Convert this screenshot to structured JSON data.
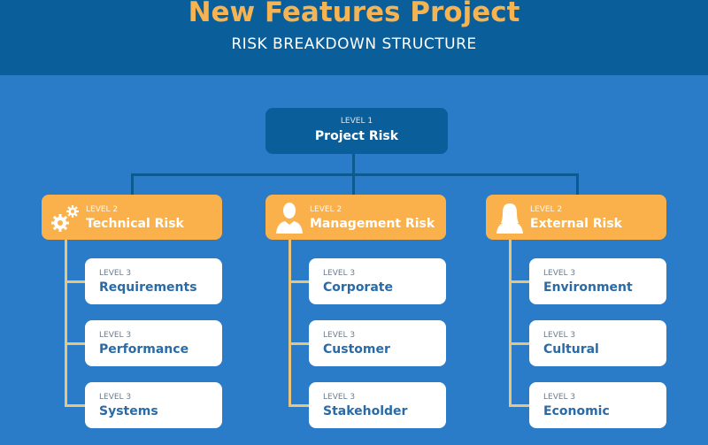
{
  "header": {
    "title": "New Features Project",
    "subtitle": "RISK BREAKDOWN STRUCTURE"
  },
  "root": {
    "level": "LEVEL 1",
    "name": "Project Risk"
  },
  "branches": [
    {
      "level": "LEVEL 2",
      "name": "Technical Risk",
      "icon": "gears-icon",
      "children": [
        {
          "level": "LEVEL 3",
          "name": "Requirements"
        },
        {
          "level": "LEVEL 3",
          "name": "Performance"
        },
        {
          "level": "LEVEL 3",
          "name": "Systems"
        }
      ]
    },
    {
      "level": "LEVEL 2",
      "name": "Management Risk",
      "icon": "male-user-icon",
      "children": [
        {
          "level": "LEVEL 3",
          "name": "Corporate"
        },
        {
          "level": "LEVEL 3",
          "name": "Customer"
        },
        {
          "level": "LEVEL 3",
          "name": "Stakeholder"
        }
      ]
    },
    {
      "level": "LEVEL 2",
      "name": "External Risk",
      "icon": "female-user-icon",
      "children": [
        {
          "level": "LEVEL 3",
          "name": "Environment"
        },
        {
          "level": "LEVEL 3",
          "name": "Cultural"
        },
        {
          "level": "LEVEL 3",
          "name": "Economic"
        }
      ]
    }
  ],
  "colors": {
    "header": "#0a5f9b",
    "background": "#2a7bc8",
    "level1": "#0a5e9a",
    "level2": "#fbb14b",
    "title": "#f6b351"
  }
}
